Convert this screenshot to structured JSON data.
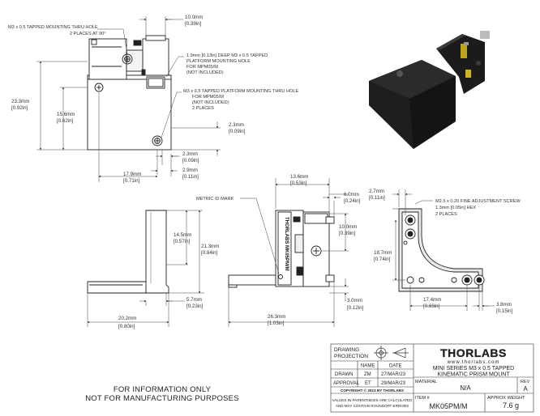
{
  "top_view": {
    "width_dim": "10.0mm",
    "width_dim_in": "[0.39in]",
    "height_dim": "23.3mm",
    "height_dim_in": "[0.92in]",
    "inner_height_dim": "15.6mm",
    "inner_height_dim_in": "[0.62in]",
    "right_offset_dim": "2.3mm",
    "right_offset_dim_in": "[0.09in]",
    "hole_offset_dim": "2.3mm",
    "hole_offset_dim_in": "[0.09in]",
    "bottom_offset_dim": "2.9mm",
    "bottom_offset_dim_in": "[0.11in]",
    "hole_spacing_dim": "17.9mm",
    "hole_spacing_dim_in": "[0.71in]",
    "note_tapped_thru_1": "M3 x 0.5 TAPPED MOUNTING THRU HOLE",
    "note_tapped_thru_2": "2 PLACES AT 90°",
    "note_deep_1": "1.9mm [0.13in] DEEP M3 x 0.5 TAPPED",
    "note_deep_2": "PLATFORM MOUNTING HOLE",
    "note_deep_3": "FOR MPM05/M",
    "note_deep_4": "(NOT INCLUDED)",
    "note_platform_1": "M3 x 0.5 TAPPED PLATFORM MOUNTING THRU HOLE",
    "note_platform_2": "FOR MPM05/M",
    "note_platform_3": "(NOT INCLUDED)",
    "note_platform_4": "2 PLACES"
  },
  "side_view": {
    "height_dim": "14.5mm",
    "height_dim_in": "[0.57in]",
    "total_height_dim": "21.3mm",
    "total_height_dim_in": "[0.84in]",
    "base_dim": "5.7mm",
    "base_dim_in": "[0.23in]",
    "width_dim": "20.2mm",
    "width_dim_in": "[0.80in]"
  },
  "front_view": {
    "metric_label": "METRIC ID MARK",
    "top_width_dim": "13.6mm",
    "top_width_dim_in": "[0.53in]",
    "right_dim": "6.0mm",
    "right_dim_in": "[0.24in]",
    "hole_dim": "10.0mm",
    "hole_dim_in": "[0.39in]",
    "bottom_dim": "3.0mm",
    "bottom_dim_in": "[0.12in]",
    "overall_dim": "26.3mm",
    "overall_dim_in": "[1.03in]",
    "engraving": "THORLABS MK05PM/M"
  },
  "back_view": {
    "top_dim": "2.7mm",
    "top_dim_in": "[0.11in]",
    "screw_note_1": "M2.5 x 0.20 FINE ADJUSTMENT SCREW",
    "screw_note_2": "1.3mm [0.05in] HEX",
    "screw_note_3": "2 PLACES",
    "height_dim": "18.7mm",
    "height_dim_in": "[0.74in]",
    "width_dim": "17.4mm",
    "width_dim_in": "[0.69in]",
    "right_dim": "3.8mm",
    "right_dim_in": "[0.15in]"
  },
  "disclaimer": {
    "line1": "FOR INFORMATION ONLY",
    "line2": "NOT FOR MANUFACTURING PURPOSES"
  },
  "title_block": {
    "drawing_projection": "DRAWING",
    "projection": "PROJECTION",
    "name_header": "NAME",
    "date_header": "DATE",
    "drawn_label": "DRAWN",
    "drawn_name": "ZM",
    "drawn_date": "27/MAR/23",
    "approval_label": "APPROVAL",
    "approval_name": "ET",
    "approval_date": "29/MAR/23",
    "copyright": "COPYRIGHT © 2023 BY THORLABS",
    "values_note_1": "VALUES IN PARENTHESIS ARE CALCULATED",
    "values_note_2": "AND MAY CONTAIN ROUNDOFF ERRORS",
    "logo": "THORLABS",
    "website": "www.thorlabs.com",
    "description_1": "MINI SERIES M3 x 0.5 TAPPED",
    "description_2": "KINEMATIC PRISM MOUNT",
    "material_label": "MATERIAL",
    "material_value": "N/A",
    "rev_label": "REV",
    "rev_value": "A",
    "item_label": "ITEM #",
    "item_value": "MK05PM/M",
    "weight_label": "APPROX WEIGHT",
    "weight_value": "7.6 g"
  }
}
